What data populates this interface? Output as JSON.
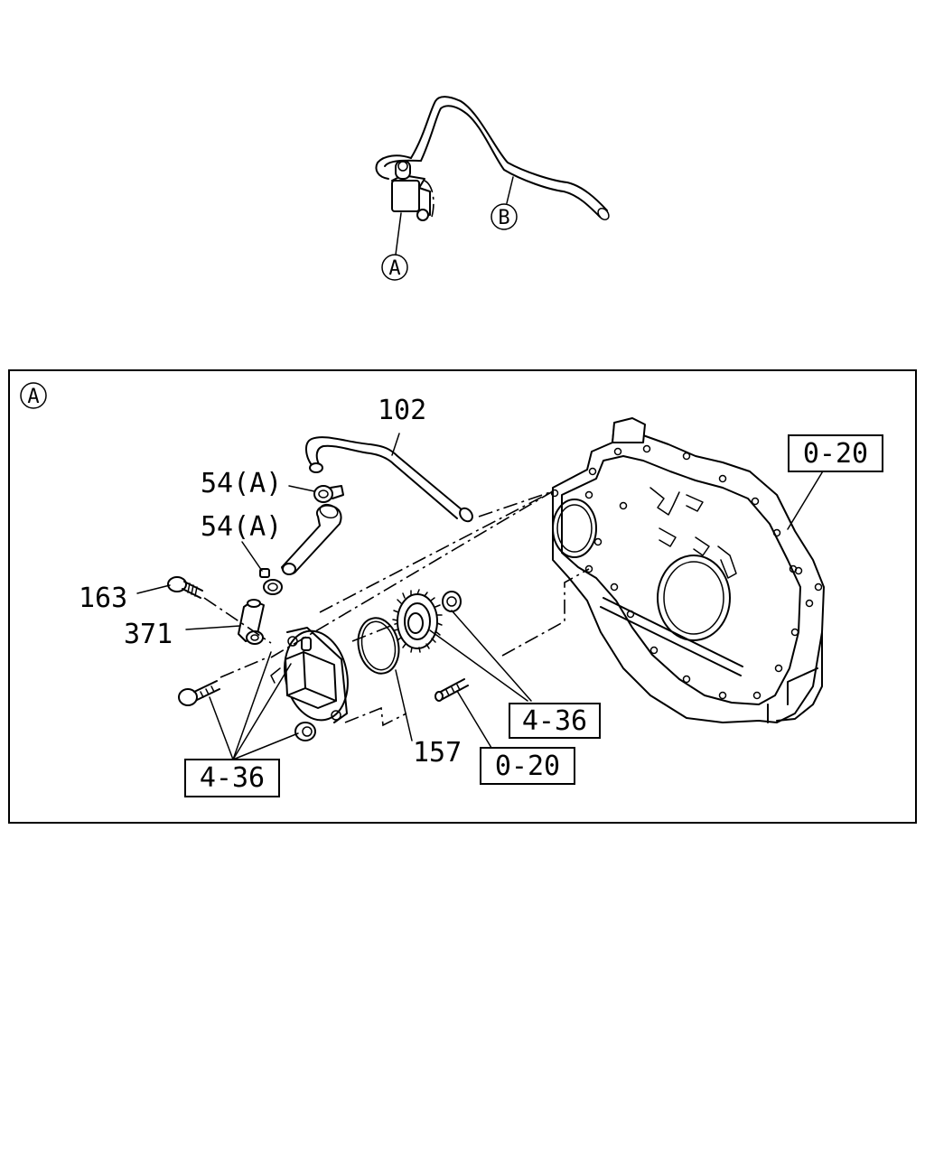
{
  "overview": {
    "callout_a": "A",
    "callout_b": "B"
  },
  "detail": {
    "view_label": "A",
    "parts": {
      "p102": "102",
      "p54_upper": "54(A)",
      "p54_lower": "54(A)",
      "p163": "163",
      "p371": "371",
      "p157": "157"
    },
    "refs": {
      "ref_0_20_top": "0-20",
      "ref_4_36_right": "4-36",
      "ref_0_20_bottom": "0-20",
      "ref_4_36_left": "4-36"
    }
  }
}
